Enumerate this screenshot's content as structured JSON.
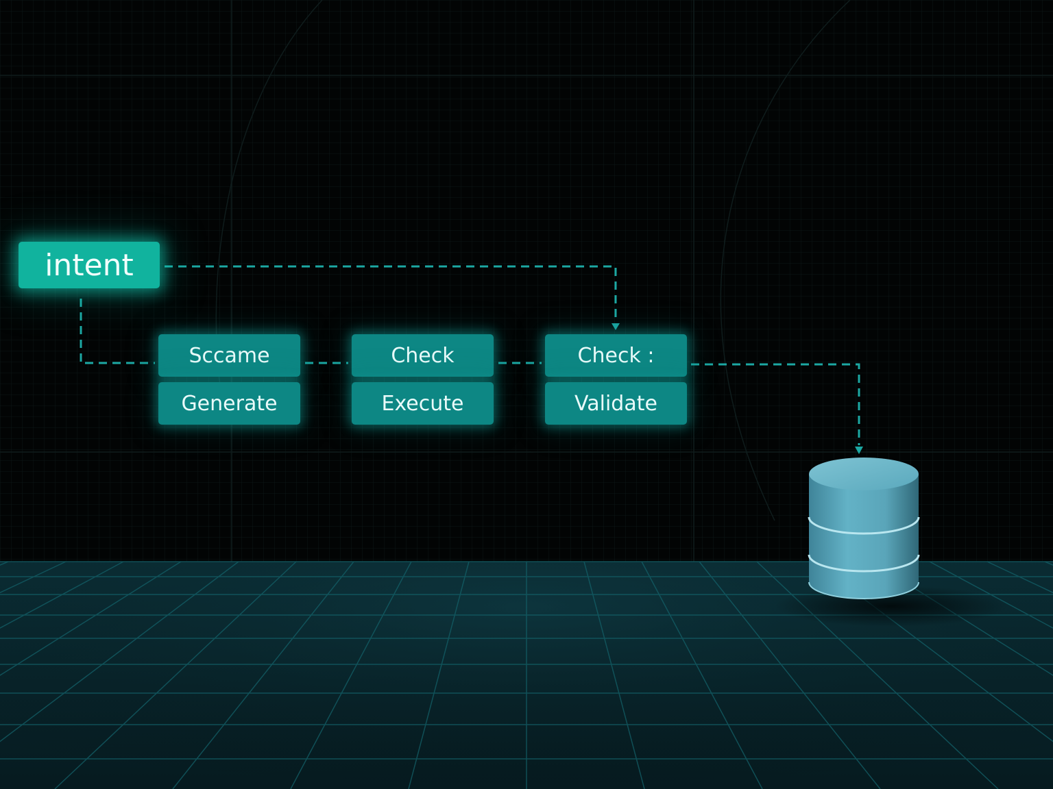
{
  "diagram": {
    "colors": {
      "background": "#020404",
      "floor": "#0a2f36",
      "intent_node": "#11b39e",
      "step_node": "#0d8784",
      "connector": "#1ca8a3",
      "database": "#5eaec2"
    },
    "intent": {
      "label": "intent"
    },
    "columns": [
      {
        "top": "Sccame",
        "bottom": "Generate"
      },
      {
        "top": "Check",
        "bottom": "Execute"
      },
      {
        "top": "Check :",
        "bottom": "Validate"
      }
    ],
    "database_icon": "database-icon"
  }
}
